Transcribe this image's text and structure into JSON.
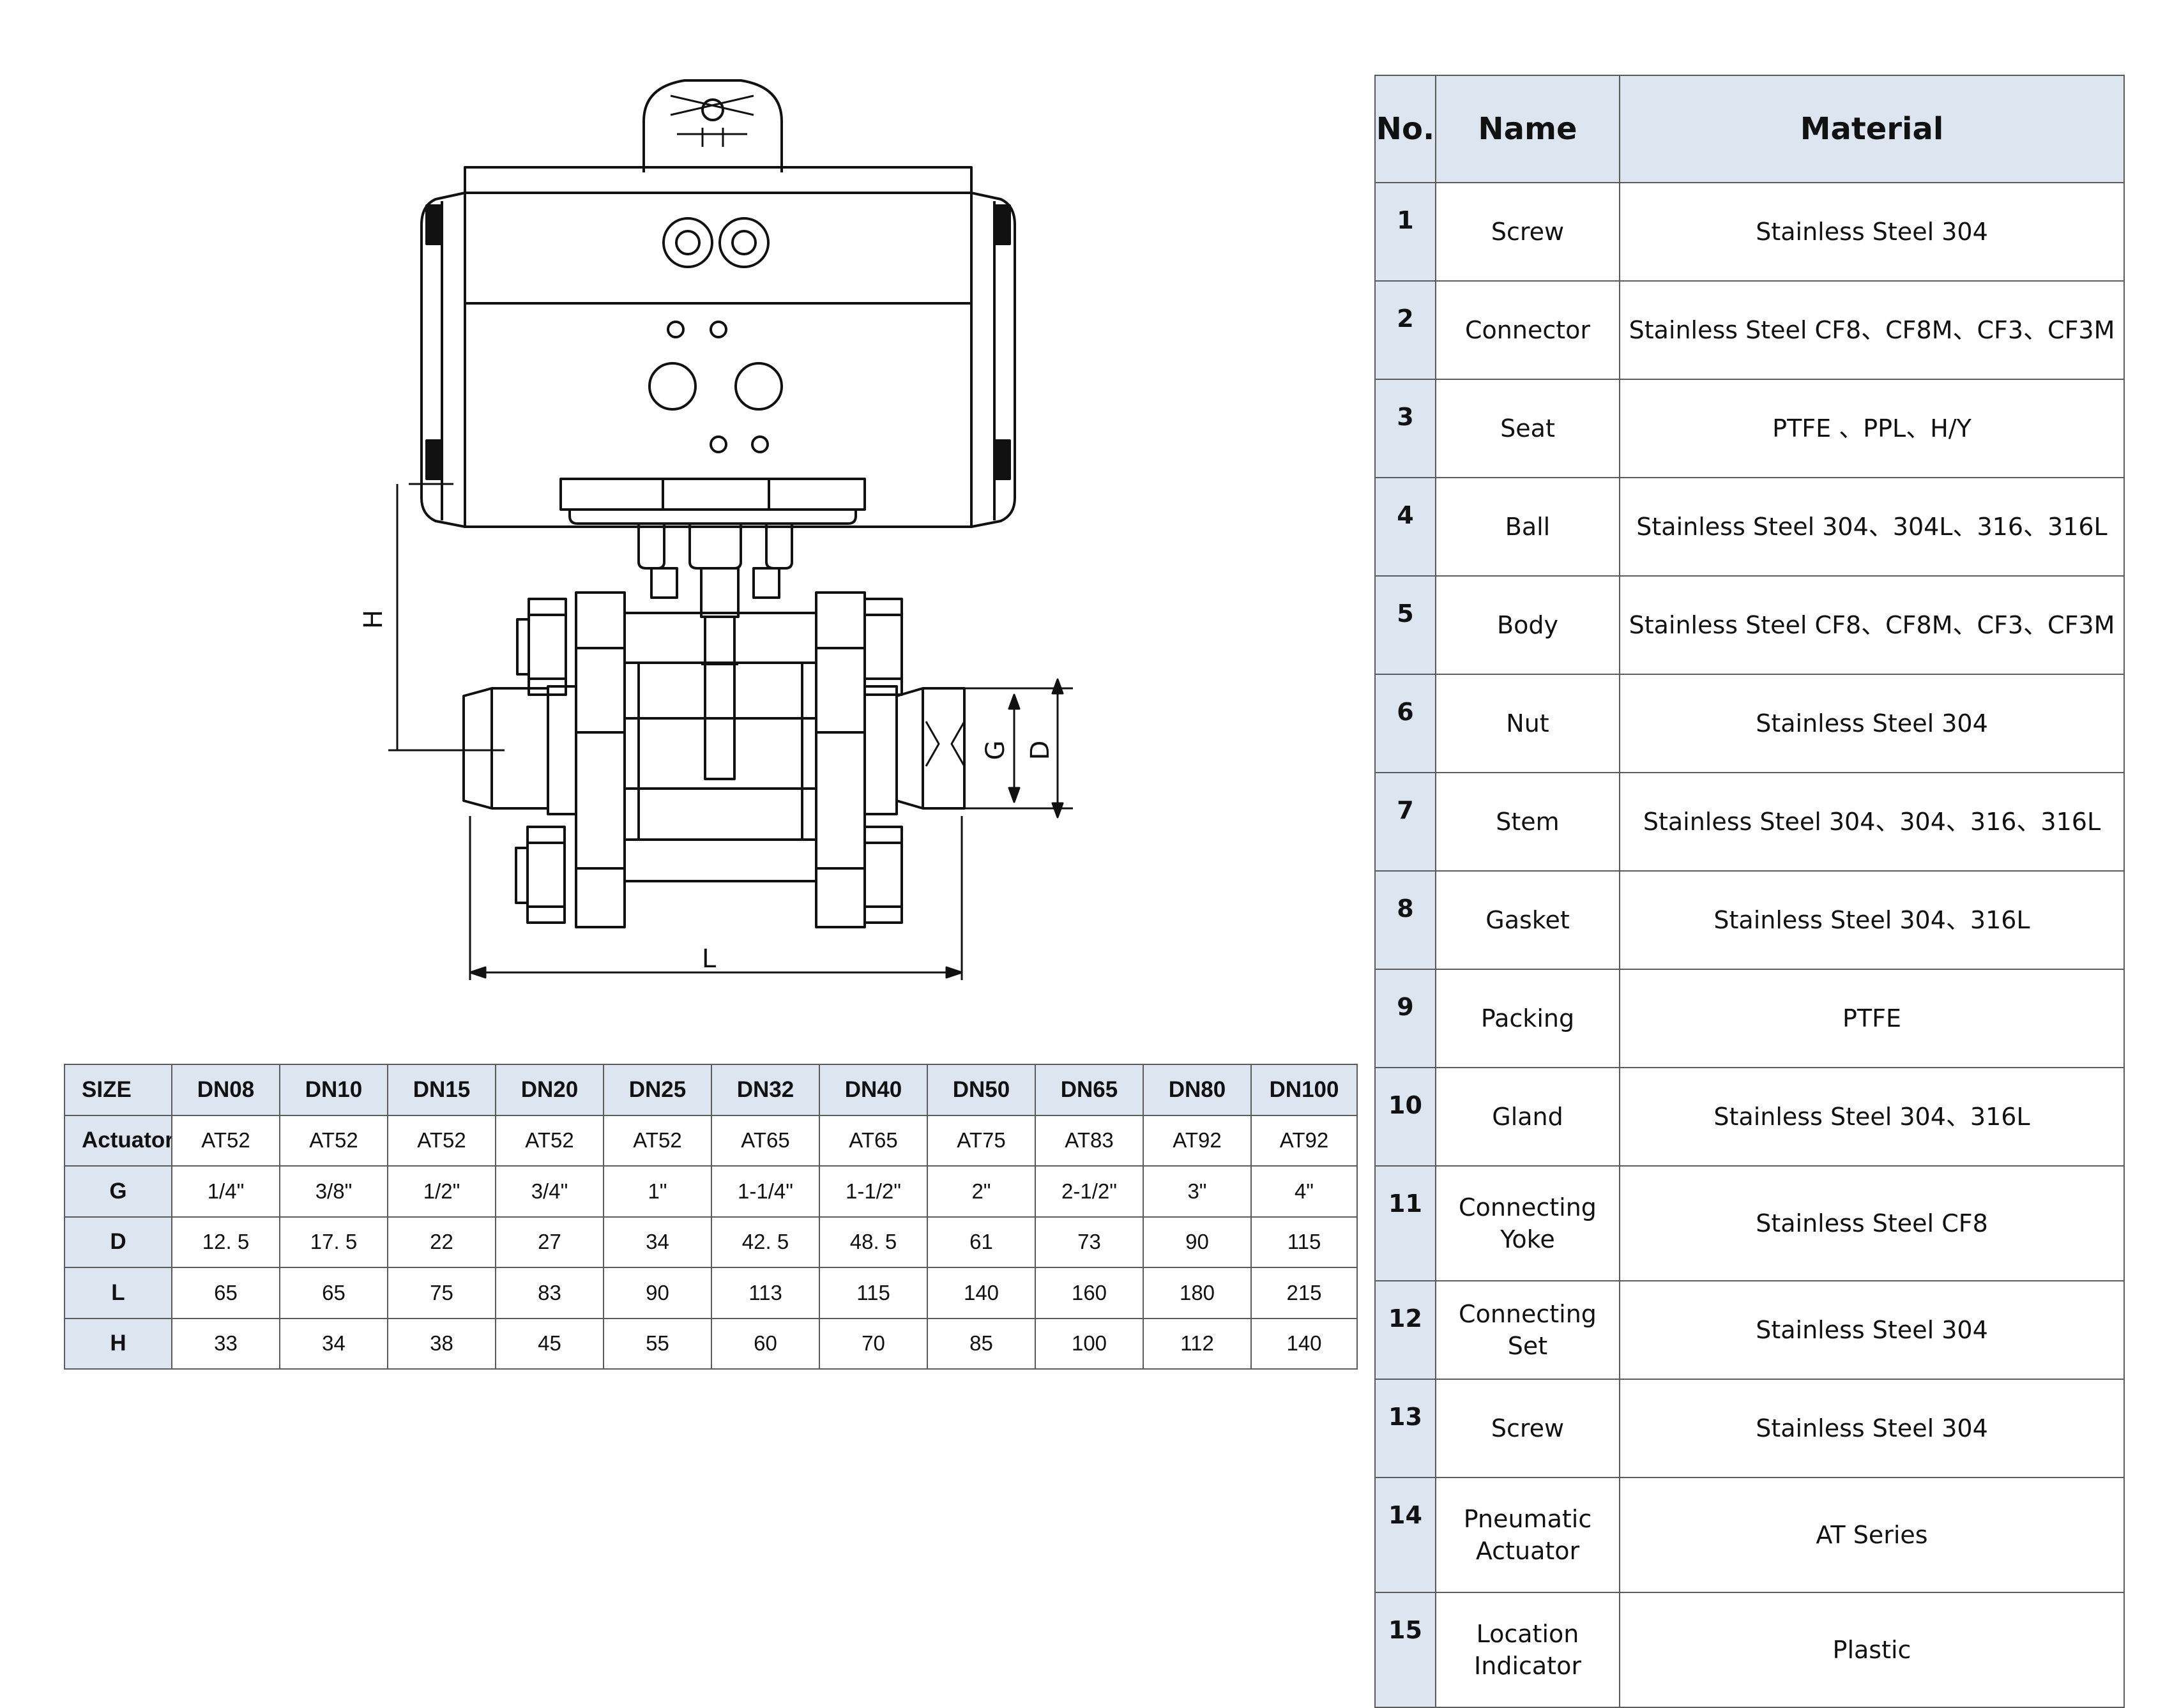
{
  "drawing": {
    "dim_labels": {
      "H": "H",
      "L": "L",
      "G": "G",
      "D": "D"
    }
  },
  "size_table": {
    "header_label": "SIZE",
    "sizes": [
      "DN08",
      "DN10",
      "DN15",
      "DN20",
      "DN25",
      "DN32",
      "DN40",
      "DN50",
      "DN65",
      "DN80",
      "DN100"
    ],
    "rows": [
      {
        "label": "Actuator",
        "values": [
          "AT52",
          "AT52",
          "AT52",
          "AT52",
          "AT52",
          "AT65",
          "AT65",
          "AT75",
          "AT83",
          "AT92",
          "AT92"
        ]
      },
      {
        "label": "G",
        "values": [
          "1/4\"",
          "3/8\"",
          "1/2\"",
          "3/4\"",
          "1\"",
          "1-1/4\"",
          "1-1/2\"",
          "2\"",
          "2-1/2\"",
          "3\"",
          "4\""
        ]
      },
      {
        "label": "D",
        "values": [
          "12. 5",
          "17. 5",
          "22",
          "27",
          "34",
          "42. 5",
          "48. 5",
          "61",
          "73",
          "90",
          "115"
        ]
      },
      {
        "label": "L",
        "values": [
          "65",
          "65",
          "75",
          "83",
          "90",
          "113",
          "115",
          "140",
          "160",
          "180",
          "215"
        ]
      },
      {
        "label": "H",
        "values": [
          "33",
          "34",
          "38",
          "45",
          "55",
          "60",
          "70",
          "85",
          "100",
          "112",
          "140"
        ]
      }
    ]
  },
  "material_table": {
    "headers": {
      "no": "No.",
      "name": "Name",
      "material": "Material"
    },
    "rows": [
      {
        "no": "1",
        "name": "Screw",
        "material": "Stainless Steel 304"
      },
      {
        "no": "2",
        "name": "Connector",
        "material": "Stainless Steel CF8、CF8M、CF3、CF3M"
      },
      {
        "no": "3",
        "name": "Seat",
        "material": "PTFE 、PPL、H/Y"
      },
      {
        "no": "4",
        "name": "Ball",
        "material": "Stainless Steel 304、304L、316、316L"
      },
      {
        "no": "5",
        "name": "Body",
        "material": "Stainless Steel CF8、CF8M、CF3、CF3M"
      },
      {
        "no": "6",
        "name": "Nut",
        "material": "Stainless Steel 304"
      },
      {
        "no": "7",
        "name": "Stem",
        "material": "Stainless Steel 304、304、316、316L"
      },
      {
        "no": "8",
        "name": "Gasket",
        "material": "Stainless Steel 304、316L"
      },
      {
        "no": "9",
        "name": "Packing",
        "material": "PTFE"
      },
      {
        "no": "10",
        "name": "Gland",
        "material": "Stainless Steel 304、316L"
      },
      {
        "no": "11",
        "name": "Connecting\nYoke",
        "material": "Stainless Steel CF8"
      },
      {
        "no": "12",
        "name": "Connecting Set",
        "material": "Stainless Steel 304"
      },
      {
        "no": "13",
        "name": "Screw",
        "material": "Stainless Steel 304"
      },
      {
        "no": "14",
        "name": "Pneumatic\nActuator",
        "material": "AT Series"
      },
      {
        "no": "15",
        "name": "Location\nIndicator",
        "material": "Plastic"
      }
    ]
  }
}
